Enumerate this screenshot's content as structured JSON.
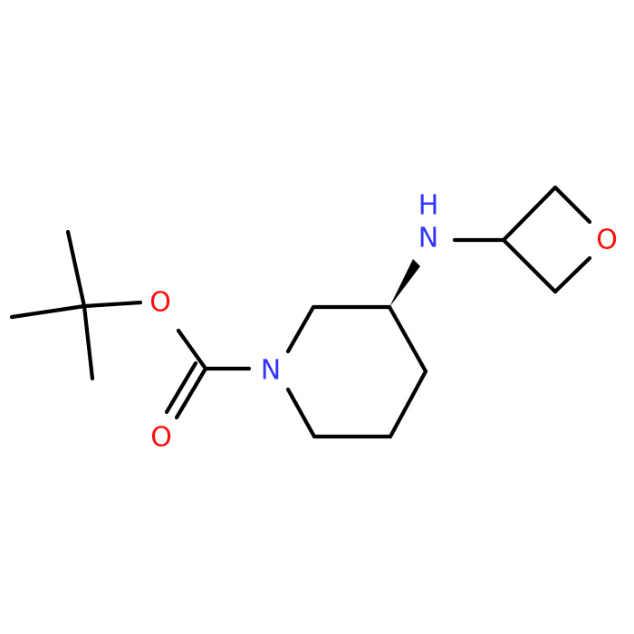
{
  "colors": {
    "background": "#ffffff",
    "bond": "#000000",
    "nitrogen": "#3333ff",
    "oxygen": "#ff0d0d"
  },
  "atoms": {
    "ester_oxygen": {
      "element": "O",
      "label": "O"
    },
    "carbonyl_oxygen": {
      "element": "O",
      "label": "O"
    },
    "ring_nitrogen": {
      "element": "N",
      "label": "N"
    },
    "amine_nitrogen": {
      "element": "N",
      "label": "N"
    },
    "oxetane_oxygen": {
      "element": "O",
      "label": "O"
    }
  }
}
